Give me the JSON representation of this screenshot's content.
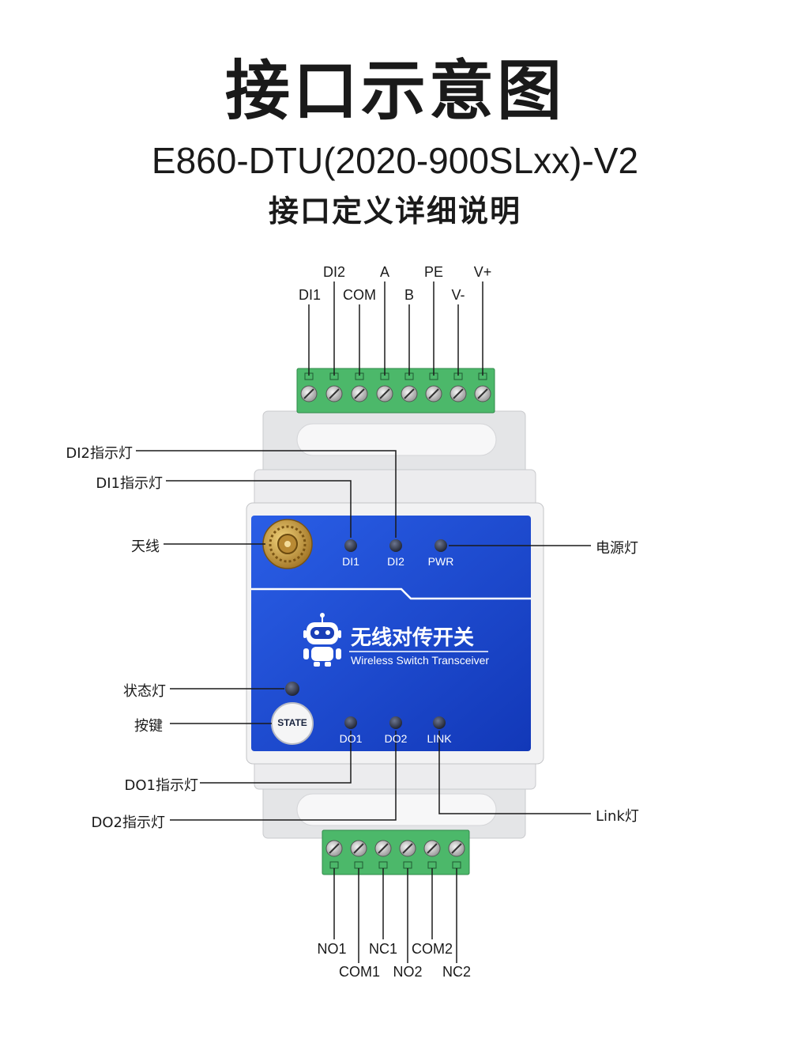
{
  "title": "接口示意图",
  "model": "E860-DTU(2020-900SLxx)-V2",
  "subtitle": "接口定义详细说明",
  "top_pins": {
    "di1": "DI1",
    "di2": "DI2",
    "com": "COM",
    "a": "A",
    "b": "B",
    "pe": "PE",
    "vminus": "V-",
    "vplus": "V+"
  },
  "bottom_pins": {
    "no1": "NO1",
    "com1": "COM1",
    "nc1": "NC1",
    "no2": "NO2",
    "com2": "COM2",
    "nc2": "NC2"
  },
  "callouts": {
    "di2_led": "DI2指示灯",
    "di1_led": "DI1指示灯",
    "antenna": "天线",
    "status_led": "状态灯",
    "button": "按键",
    "do1_led": "DO1指示灯",
    "do2_led": "DO2指示灯",
    "power_led": "电源灯",
    "link_led": "Link灯"
  },
  "panel": {
    "led_di1": "DI1",
    "led_di2": "DI2",
    "led_pwr": "PWR",
    "led_do1": "DO1",
    "led_do2": "DO2",
    "led_link": "LINK",
    "product_cn": "无线对传开关",
    "product_en": "Wireless Switch Transceiver",
    "button_label": "STATE"
  },
  "colors": {
    "terminal_green": "#4cb86a",
    "panel_blue": "#1f4fd6",
    "antenna_gold": "#c89a3a",
    "housing": "#e9eaec"
  }
}
